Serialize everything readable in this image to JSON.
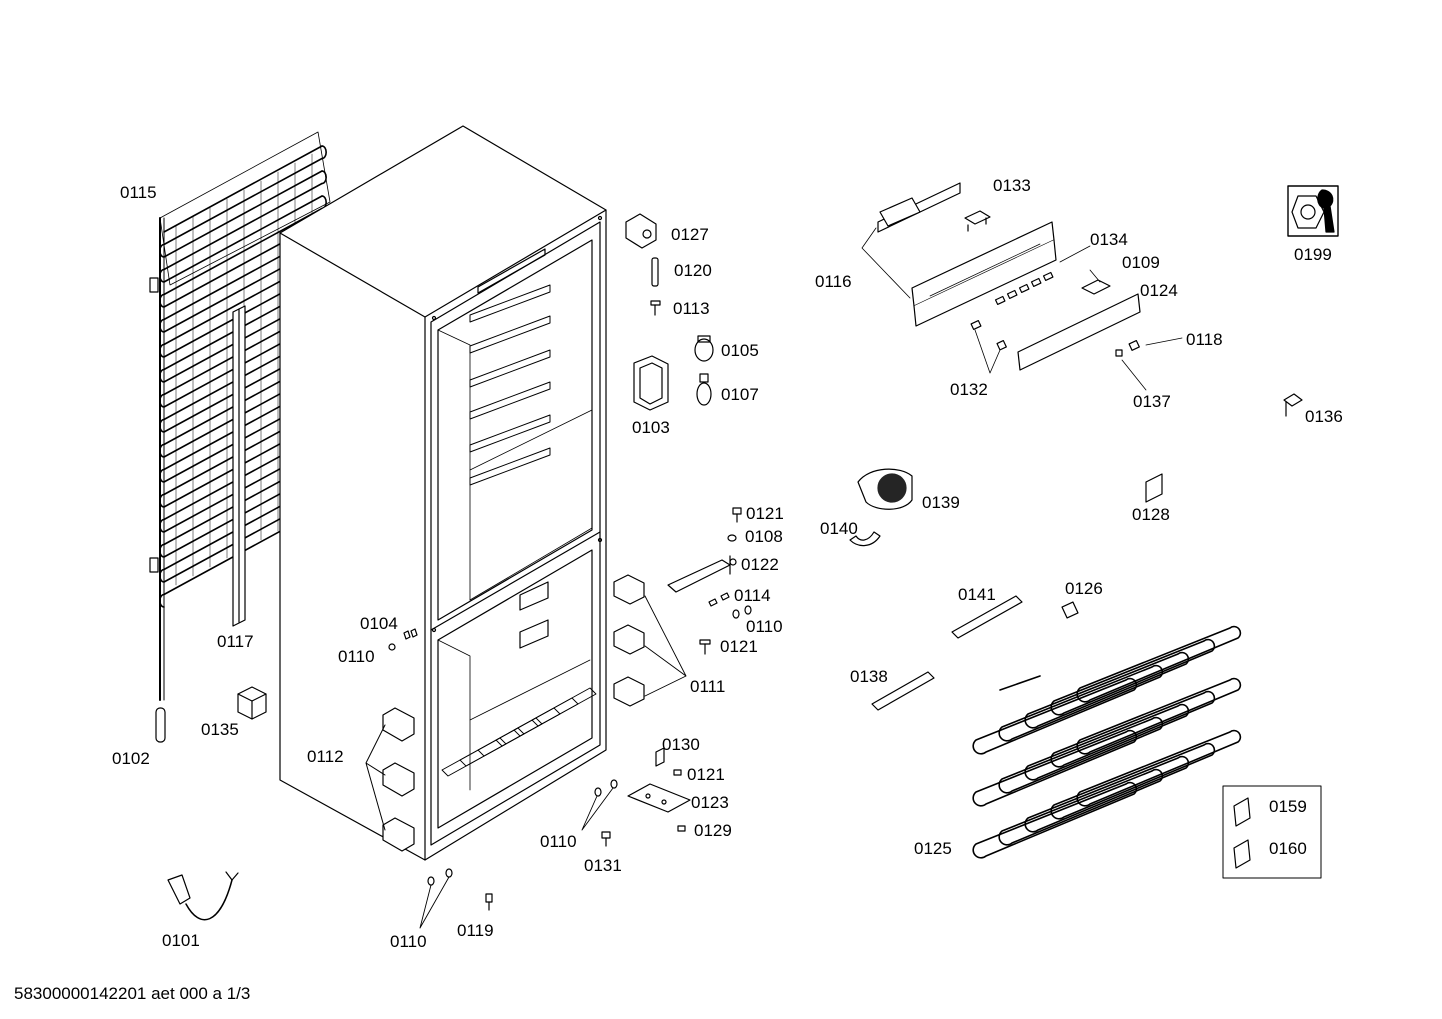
{
  "footer": "58300000142201 aet 000 a 1/3",
  "labels": {
    "p0115": "0115",
    "p0117": "0117",
    "p0102": "0102",
    "p0135": "0135",
    "p0101": "0101",
    "p0104": "0104",
    "p0110a": "0110",
    "p0112": "0112",
    "p0110b": "0110",
    "p0119": "0119",
    "p0127": "0127",
    "p0120": "0120",
    "p0113": "0113",
    "p0105": "0105",
    "p0107": "0107",
    "p0103": "0103",
    "p0121a": "0121",
    "p0108": "0108",
    "p0122": "0122",
    "p0114": "0114",
    "p0110c": "0110",
    "p0121b": "0121",
    "p0111": "0111",
    "p0130": "0130",
    "p0121c": "0121",
    "p0123": "0123",
    "p0129": "0129",
    "p0110d": "0110",
    "p0131": "0131",
    "p0133": "0133",
    "p0116": "0116",
    "p0134": "0134",
    "p0109": "0109",
    "p0124": "0124",
    "p0132": "0132",
    "p0118": "0118",
    "p0137": "0137",
    "p0199": "0199",
    "p0136": "0136",
    "p0139": "0139",
    "p0140": "0140",
    "p0128": "0128",
    "p0141": "0141",
    "p0126": "0126",
    "p0138": "0138",
    "p0125": "0125",
    "p0159": "0159",
    "p0160": "0160"
  },
  "icons": [
    "condenser-coil",
    "fridge-cabinet",
    "power-cord",
    "hinge",
    "lamp-socket",
    "control-panel",
    "fan-cover",
    "evaporator-coil",
    "wrench-icon"
  ]
}
